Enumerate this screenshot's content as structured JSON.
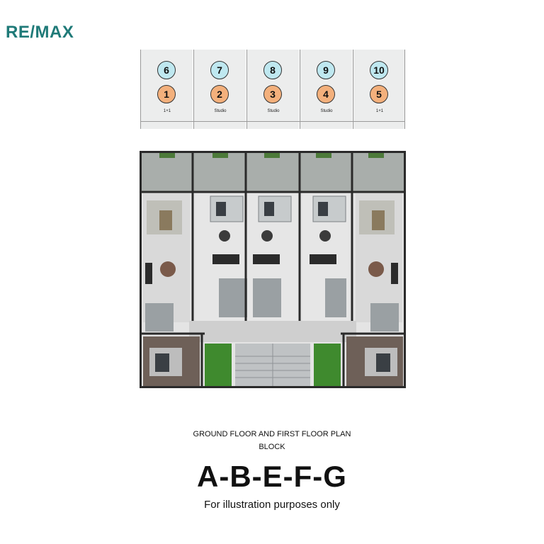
{
  "brand": {
    "logo_text": "RE/MAX"
  },
  "units": [
    {
      "upper": "6",
      "lower": "1",
      "type": "1+1"
    },
    {
      "upper": "7",
      "lower": "2",
      "type": "Studio"
    },
    {
      "upper": "8",
      "lower": "3",
      "type": "Studio"
    },
    {
      "upper": "9",
      "lower": "4",
      "type": "Studio"
    },
    {
      "upper": "10",
      "lower": "5",
      "type": "1+1"
    }
  ],
  "captions": {
    "heading": "GROUND FLOOR AND FIRST FLOOR PLAN",
    "block_label": "BLOCK",
    "block_name": "A-B-E-F-G",
    "disclaimer": "For illustration purposes only"
  },
  "colors": {
    "brand": "#1f7a78",
    "upper_unit": "#bfe8f0",
    "lower_unit": "#f3b07c",
    "grass": "#3f8a2e",
    "wall": "#2a2a2a"
  }
}
